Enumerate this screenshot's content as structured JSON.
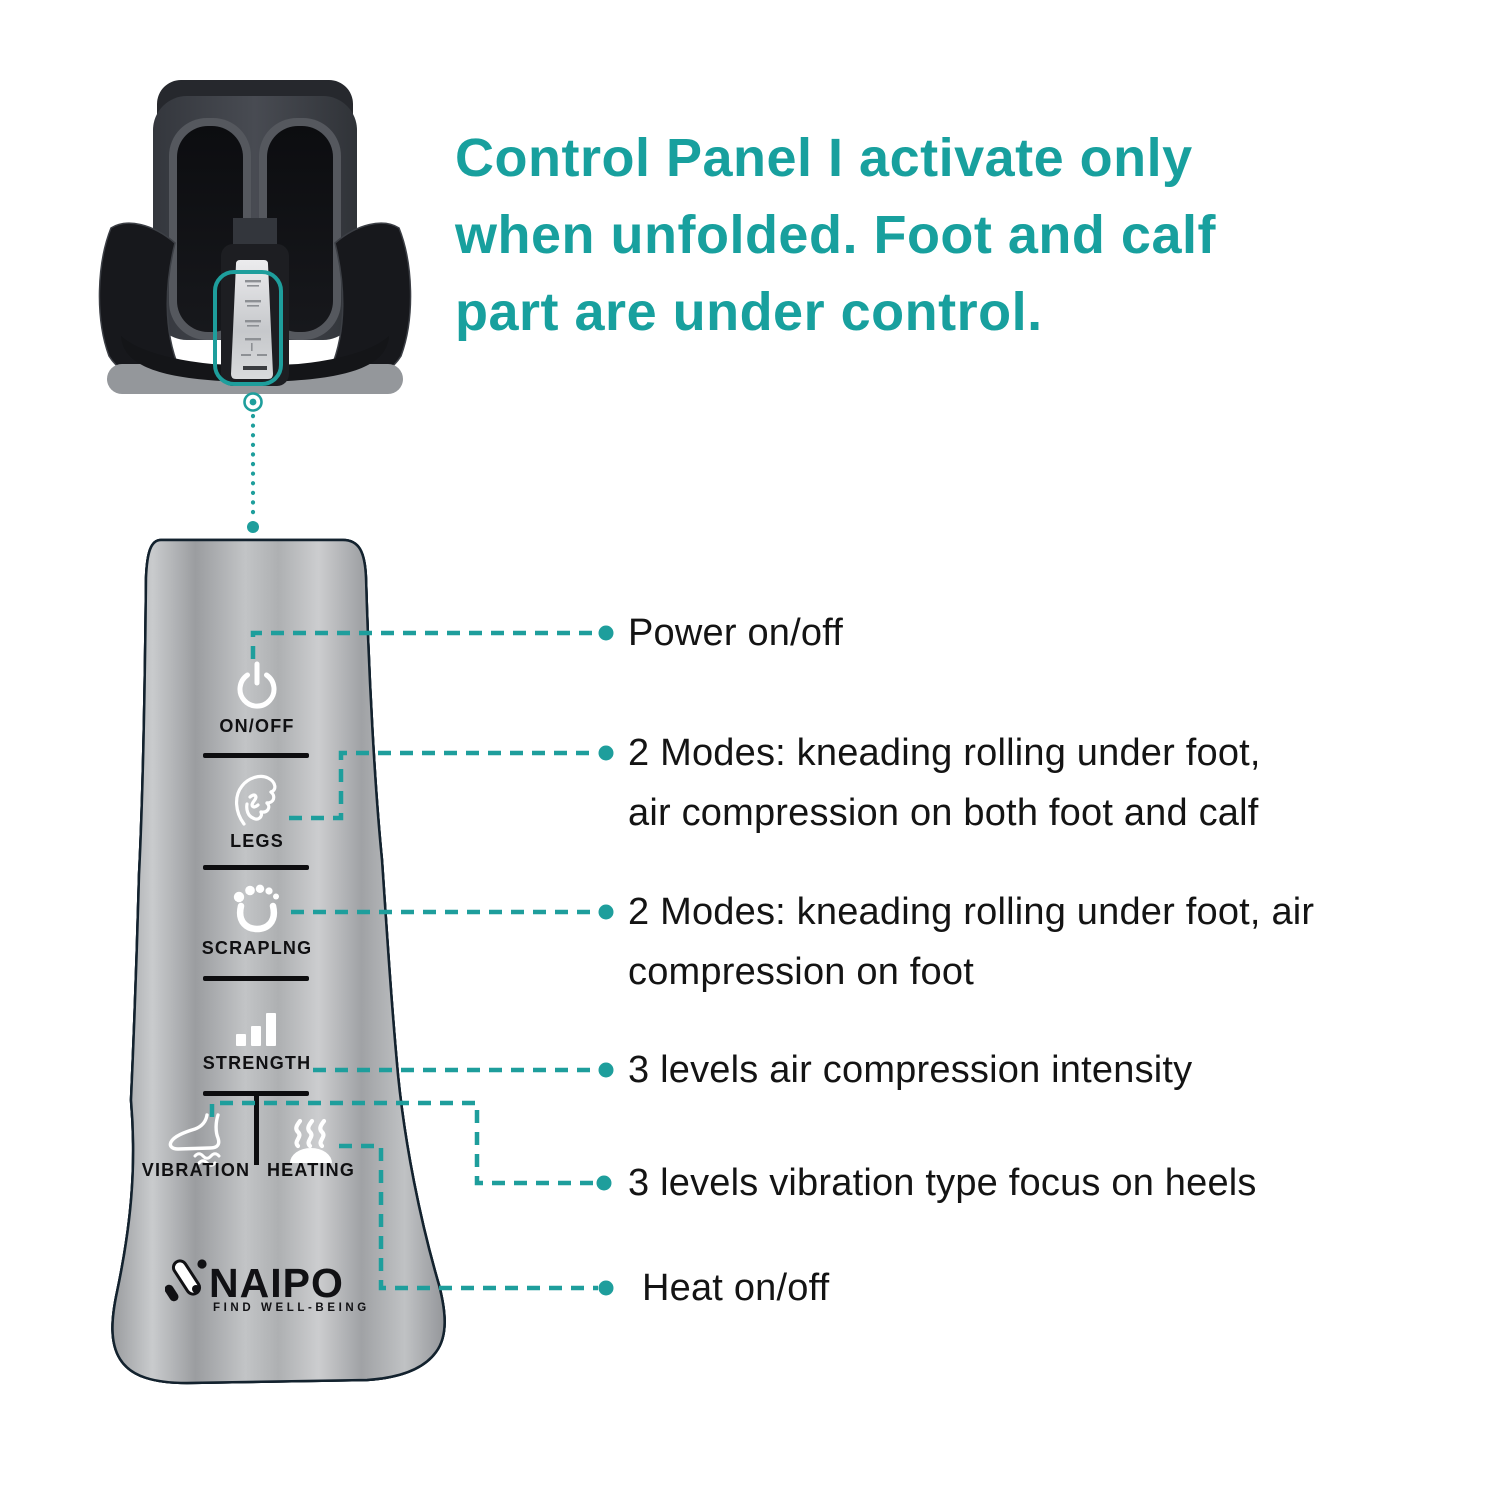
{
  "heading": {
    "lines": [
      "Control Panel I activate only",
      "when unfolded. Foot and calf",
      "part are under control."
    ]
  },
  "panel": {
    "buttons": [
      {
        "label": "ON/OFF",
        "icon": "power-icon"
      },
      {
        "label": "LEGS",
        "icon": "massage-hand-icon"
      },
      {
        "label": "SCRAPLNG",
        "icon": "foot-sole-icon"
      },
      {
        "label": "STRENGTH",
        "icon": "strength-bars-icon"
      },
      {
        "label": "VIBRATION",
        "icon": "vibration-foot-icon"
      },
      {
        "label": "HEATING",
        "icon": "heating-icon"
      }
    ],
    "brand": {
      "name": "NAIPO",
      "tagline": "FIND WELL-BEING"
    }
  },
  "annotations": [
    {
      "lines": [
        "Power on/off"
      ]
    },
    {
      "lines": [
        "2 Modes: kneading rolling under foot,",
        "air compression on both foot and calf"
      ]
    },
    {
      "lines": [
        "2 Modes: kneading rolling under foot, air",
        "compression on foot"
      ]
    },
    {
      "lines": [
        "3 levels air compression intensity"
      ]
    },
    {
      "lines": [
        "3 levels vibration type focus on heels"
      ]
    },
    {
      "lines": [
        "Heat on/off"
      ]
    }
  ],
  "colors": {
    "accent_teal": "#1E9E9C",
    "heading_teal": "#18A09E",
    "panel_outline": "#13222E",
    "text_black": "#141414"
  }
}
